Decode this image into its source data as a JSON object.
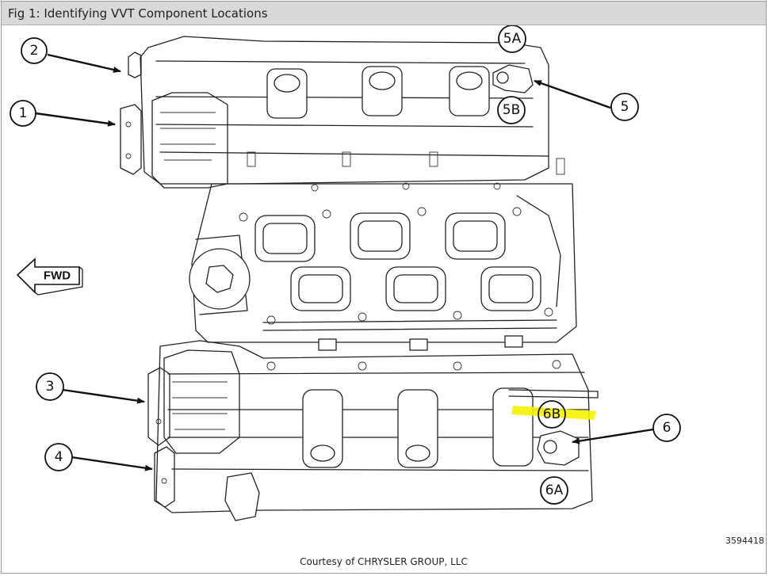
{
  "figure": {
    "title": "Fig 1: Identifying VVT Component Locations",
    "credit": "Courtesy of CHRYSLER GROUP, LLC",
    "figure_code": "3594418",
    "direction_label": "FWD",
    "highlight_color": "#f4f200"
  },
  "callouts": {
    "c1": "1",
    "c2": "2",
    "c3": "3",
    "c4": "4",
    "c5": "5",
    "c5a": "5A",
    "c5b": "5B",
    "c6": "6",
    "c6a": "6A",
    "c6b": "6B"
  }
}
